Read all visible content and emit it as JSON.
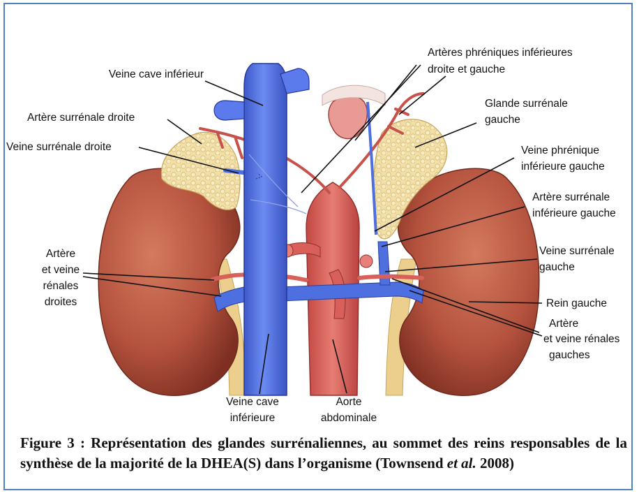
{
  "labels": {
    "veine_cave_inferieur_top": "Veine cave inférieur",
    "artere_surrenale_droite": "Artère surrénale droite",
    "veine_surrenale_droite": "Veine surrénale droite",
    "arteres_phreniques_1": "Artères phréniques inférieures",
    "arteres_phreniques_2": "droite et gauche",
    "glande_surrenale_1": "Glande surrénale",
    "glande_surrenale_2": "gauche",
    "veine_phrenique_1": "Veine phrénique",
    "veine_phrenique_2": "inférieure gauche",
    "artere_surrenale_inf_1": "Artère surrénale",
    "artere_surrenale_inf_2": "inférieure gauche",
    "veine_surrenale_gauche_1": "Veine surrénale",
    "veine_surrenale_gauche_2": "gauche",
    "rein_gauche": "Rein gauche",
    "renales_gauches_1": "Artère",
    "renales_gauches_2": "et veine rénales",
    "renales_gauches_3": "gauches",
    "renales_droites_1": "Artère",
    "renales_droites_2": "et veine",
    "renales_droites_3": "rénales",
    "renales_droites_4": "droites",
    "veine_cave_bottom_1": "Veine cave",
    "veine_cave_bottom_2": "inférieure",
    "aorte_1": "Aorte",
    "aorte_2": "abdominale"
  },
  "caption": {
    "main": "Figure 3 : Représentation des glandes surrénaliennes, au sommet des reins responsables de la synthèse de la majorité de la DHEA(S) dans l’organisme (Townsend ",
    "etal": "et al.",
    "year": " 2008)"
  },
  "colors": {
    "kidney": "#b4523e",
    "adrenal": "#f1dfa6",
    "vein": "#4d6fe0",
    "artery": "#d9605a",
    "ureter": "#eccf8c",
    "frame": "#4f81bd"
  }
}
